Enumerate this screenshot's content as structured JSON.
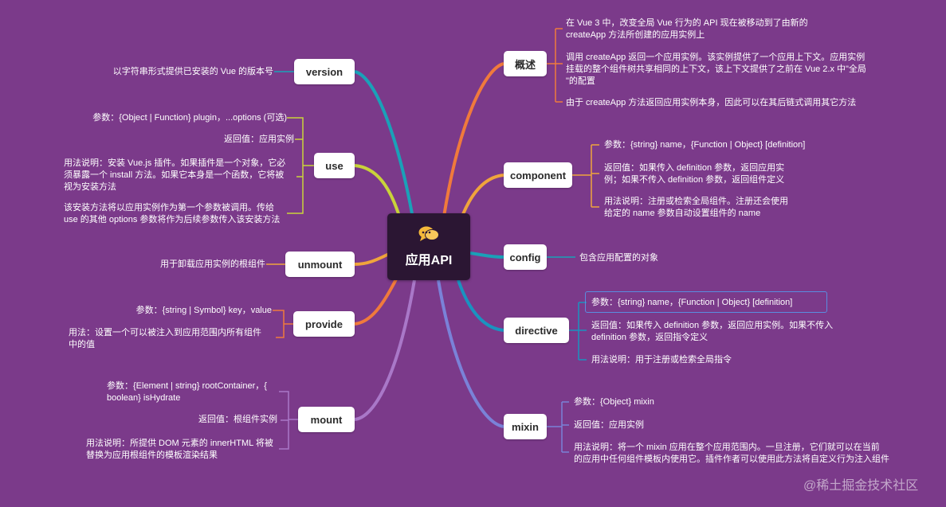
{
  "root": {
    "title": "应用API",
    "icon": "chat-bubbles-icon"
  },
  "branches": {
    "version": {
      "label": "version",
      "items": [
        "以字符串形式提供已安装的 Vue 的版本号"
      ]
    },
    "use": {
      "label": "use",
      "items": [
        "参数：{Object | Function} plugin，...options (可选)",
        "返回值：应用实例",
        "用法说明：安装 Vue.js 插件。如果插件是一个对象，它必\n须暴露一个 install 方法。如果它本身是一个函数，它将被\n视为安装方法",
        "该安装方法将以应用实例作为第一个参数被调用。传给\nuse 的其他 options 参数将作为后续参数传入该安装方法"
      ]
    },
    "unmount": {
      "label": "unmount",
      "items": [
        "用于卸载应用实例的根组件"
      ]
    },
    "provide": {
      "label": "provide",
      "items": [
        "参数：{string | Symbol} key，value",
        "用法：设置一个可以被注入到应用范围内所有组件\n中的值"
      ]
    },
    "mount": {
      "label": "mount",
      "items": [
        "参数：{Element | string} rootContainer，{\nboolean} isHydrate",
        "返回值：根组件实例",
        "用法说明：所提供 DOM 元素的 innerHTML 将被\n替换为应用根组件的模板渲染结果"
      ]
    },
    "overview": {
      "label": "概述",
      "items": [
        "在 Vue 3 中，改变全局 Vue 行为的 API 现在被移动到了由新的\ncreateApp 方法所创建的应用实例上",
        "调用 createApp 返回一个应用实例。该实例提供了一个应用上下文。应用实例\n挂载的整个组件树共享相同的上下文，该上下文提供了之前在 Vue 2.x 中\"全局\n\"的配置",
        "由于 createApp 方法返回应用实例本身，因此可以在其后链式调用其它方法"
      ]
    },
    "component": {
      "label": "component",
      "items": [
        "参数：{string} name，{Function | Object} [definition]",
        "返回值：如果传入 definition 参数，返回应用实\n例；如果不传入 definition 参数，返回组件定义",
        "用法说明：注册或检索全局组件。注册还会使用\n给定的 name 参数自动设置组件的 name"
      ]
    },
    "config": {
      "label": "config",
      "items": [
        "包含应用配置的对象"
      ]
    },
    "directive": {
      "label": "directive",
      "items": [
        "参数：{string} name，{Function | Object} [definition]",
        "返回值：如果传入 definition 参数，返回应用实例。如果不传入\ndefinition 参数，返回指令定义",
        "用法说明：用于注册或检索全局指令"
      ]
    },
    "mixin": {
      "label": "mixin",
      "items": [
        "参数：{Object} mixin",
        "返回值：应用实例",
        "用法说明：将一个 mixin 应用在整个应用范围内。一旦注册，它们就可以在当前\n的应用中任何组件模板内使用它。插件作者可以使用此方法将自定义行为注入组件"
      ]
    }
  },
  "watermark": "@稀土掘金技术社区",
  "colors": {
    "background": "#7b3a8a",
    "version": "#1aa1b8",
    "use": "#c9d33a",
    "unmount": "#f0a43c",
    "provide": "#f07a3c",
    "mount": "#a978c8",
    "overview": "#f07a3c",
    "component": "#f0a43c",
    "config": "#1aa1b8",
    "directive": "#1a93c0",
    "mixin": "#7a82d8"
  }
}
